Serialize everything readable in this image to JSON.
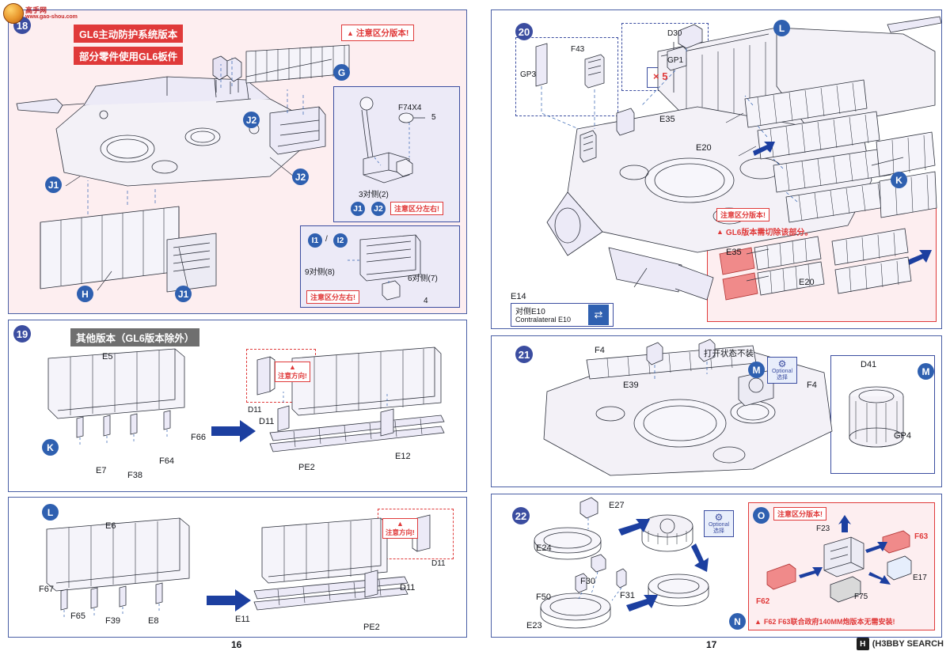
{
  "document": {
    "left_page_number": "16",
    "right_page_number": "17"
  },
  "watermarks": {
    "left": {
      "line1": "高手网",
      "line2": "www.gao-shou.com"
    },
    "right": {
      "icon": "H",
      "text": "(H3BBY SEARCH"
    }
  },
  "steps": {
    "s18": {
      "number": "18",
      "title_main": "GL6主动防护系统版本",
      "title_sub": "部分零件使用GL6板件",
      "warning": "注意区分版本!",
      "letters": [
        "G",
        "J2",
        "J2",
        "J1",
        "H",
        "J1"
      ],
      "inset_a": {
        "parts": [
          "F74X4",
          "5"
        ],
        "note": "3对侧(2)",
        "letters": [
          "J1",
          "J2"
        ],
        "warning": "注意区分左右!"
      },
      "inset_b": {
        "letters": [
          "I1",
          "I2"
        ],
        "left_note": "9对侧(8)",
        "right_note": "6对侧(7)",
        "part": "4",
        "warning": "注意区分左右!"
      }
    },
    "s19": {
      "number": "19",
      "title": "其他版本（GL6版本除外）",
      "labels": [
        "E5",
        "F66",
        "E7",
        "F38",
        "F64",
        "D11",
        "D11",
        "PE2",
        "E12"
      ],
      "letter": "K",
      "inset_warning": "注意方向!"
    },
    "s_l": {
      "letter_main": "L",
      "labels": [
        "E6",
        "F67",
        "F65",
        "F39",
        "E8",
        "E11",
        "PE2",
        "D11",
        "D11"
      ],
      "inset_warning": "注意方向!"
    },
    "s20": {
      "number": "20",
      "letters": [
        "L",
        "K"
      ],
      "labels": [
        "GP3",
        "F43",
        "D30",
        "GP1",
        "E35",
        "E20",
        "E35",
        "E20",
        "E14"
      ],
      "multiplier": "× 5",
      "contralateral_cn": "对侧E10",
      "contralateral_en": "Contralateral E10",
      "warn_title": "注意区分版本!",
      "warn_body": "GL6版本需切除该部分。"
    },
    "s21": {
      "number": "21",
      "labels": [
        "F4",
        "F4",
        "E39",
        "D41",
        "GP4"
      ],
      "letters": [
        "M",
        "M"
      ],
      "note_cn": "打开状态不装",
      "optional_en": "Optional",
      "optional_cn": "选择"
    },
    "s22": {
      "number": "22",
      "labels": [
        "E27",
        "E24",
        "F30",
        "F50",
        "F31",
        "E23"
      ],
      "optional_en": "Optional",
      "optional_cn": "选择",
      "letter": "N",
      "inset": {
        "letter": "O",
        "title": "注意区分版本!",
        "labels": [
          "F23",
          "F63",
          "F62",
          "F75",
          "E17"
        ],
        "footnote": "F62 F63联合政府140MM炮版本无需安装!"
      }
    }
  },
  "colors": {
    "blue": "#3b4da0",
    "red": "#e03a3a",
    "callout_blue": "#2f60b0",
    "pink_bg": "#fdeef0",
    "lavender_bg": "#eceaf7"
  }
}
